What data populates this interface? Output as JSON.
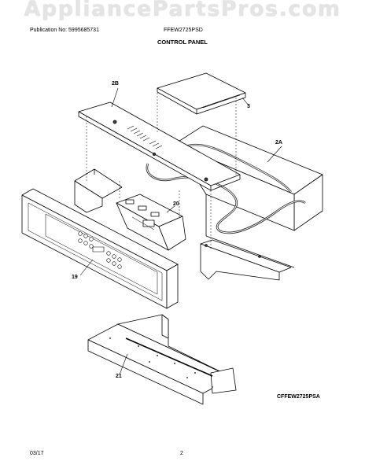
{
  "header": {
    "watermark": "AppliancePartsPros.com",
    "publication": "Publication No: 5995685731",
    "model": "FFEW2725PSD",
    "section_title": "CONTROL PANEL"
  },
  "callouts": {
    "c3": "3",
    "c2b": "2B",
    "c2a": "2A",
    "c20": "20",
    "c19": "19",
    "c21": "21"
  },
  "diagram_code": "CFFEW2725PSA",
  "footer": {
    "date": "03/17",
    "page": "2"
  }
}
